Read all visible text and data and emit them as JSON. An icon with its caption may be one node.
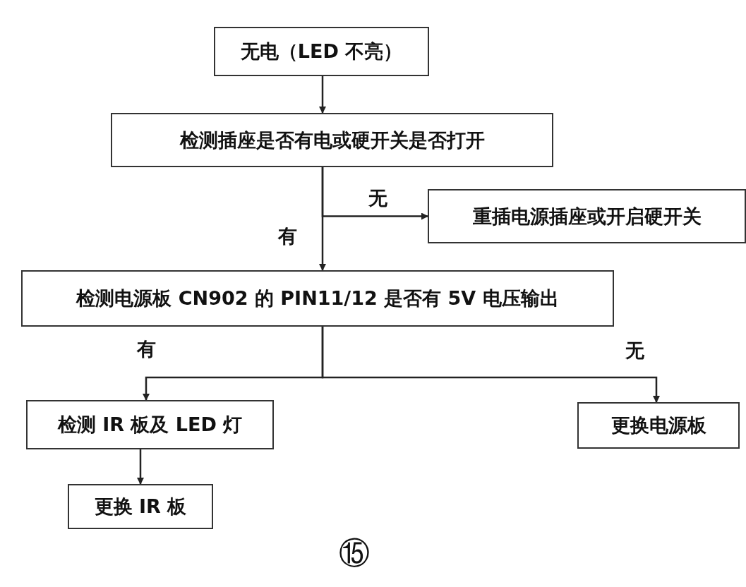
{
  "diagram": {
    "nodes": [
      {
        "text": [
          "无电（LED 不亮）"
        ]
      },
      {
        "text": [
          "检测插座是否有电或硬开关是否打开"
        ]
      },
      {
        "text": [
          "重插电源插座或开启硬开关"
        ]
      },
      {
        "text": [
          "检测电源板 CN902 的 PIN11/12 是否有 5V 电压输出"
        ]
      },
      {
        "text": [
          "检测 IR 板及 LED 灯"
        ]
      },
      {
        "text": [
          "更换电源板"
        ]
      },
      {
        "text": [
          "更换 IR 板"
        ]
      }
    ],
    "edges": [
      {
        "from": 0,
        "to": 1,
        "arrow": "to"
      },
      {
        "from": 1,
        "to": 2,
        "arrow": "to",
        "label": "无"
      },
      {
        "from": 1,
        "to": 3,
        "arrow": "to",
        "label": "有"
      },
      {
        "from": 3,
        "to": 4,
        "arrow": "to",
        "label": "有"
      },
      {
        "from": 3,
        "to": 5,
        "arrow": "to",
        "label": "无"
      },
      {
        "from": 4,
        "to": 6,
        "arrow": "to"
      }
    ],
    "labels": [
      "⑮"
    ]
  }
}
